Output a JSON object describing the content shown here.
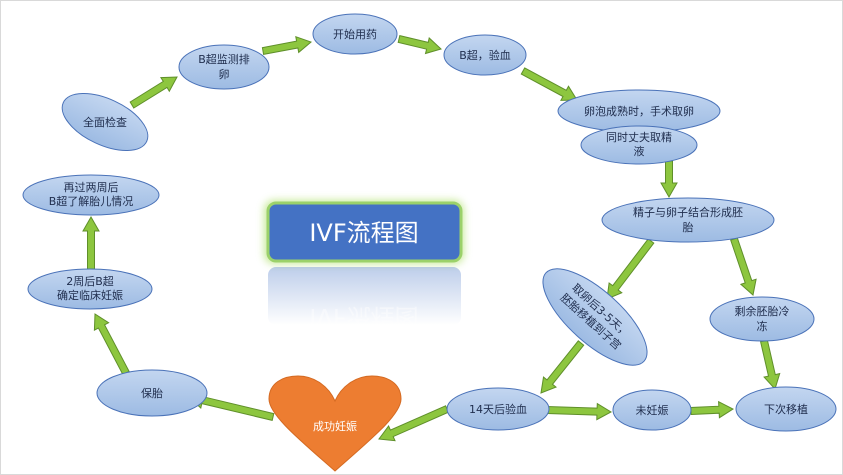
{
  "title": "IVF流程图",
  "nodes": {
    "full_exam": "全面检查",
    "b_ovulation": [
      "B超监测排",
      "卵"
    ],
    "start_medication": "开始用药",
    "b_blood": "B超，验血",
    "egg_retrieval": "卵泡成熟时，手术取卵",
    "sperm_collection": [
      "同时丈夫取精",
      "液"
    ],
    "embryo_formation": [
      "精子与卵子结合形成胚",
      "胎"
    ],
    "embryo_transfer": [
      "取卵后3-5天，",
      "胚胎移植到子宫"
    ],
    "freeze_embryo": [
      "剩余胚胎冷",
      "冻"
    ],
    "blood_test_14": "14天后验血",
    "not_pregnant": "未妊娠",
    "next_transfer": "下次移植",
    "success": "成功妊娠",
    "keep_pregnancy": "保胎",
    "confirm_pregnancy": [
      "2周后B超",
      "确定临床妊娠"
    ],
    "fetal_check": [
      "再过两周后",
      "B超了解胎儿情况"
    ]
  },
  "colors": {
    "ellipse_fill": "#a7c2e6",
    "ellipse_stroke": "#4a72b8",
    "arrow_fill": "#8dc63f",
    "arrow_stroke": "#5f8f2a",
    "title_fill": "#4472c4",
    "title_glow": "#b7e37a",
    "heart_fill": "#ed7d31"
  }
}
